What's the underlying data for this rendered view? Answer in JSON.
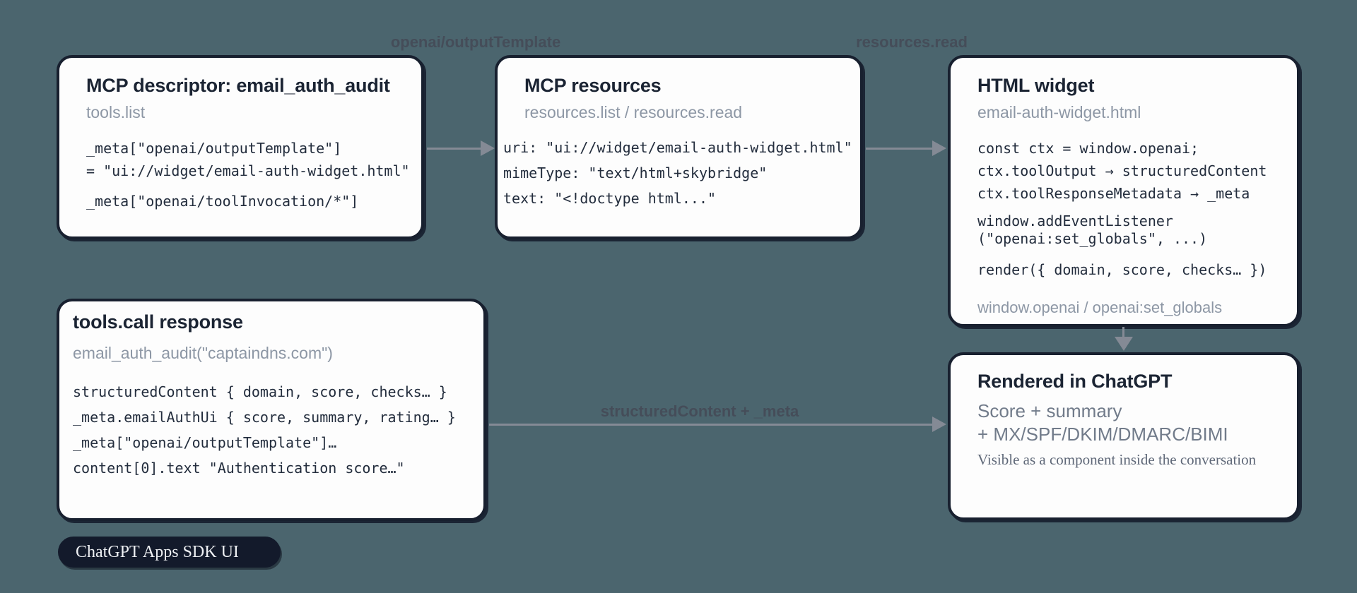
{
  "colors": {
    "bg": "#4b656e",
    "ink": "#1b2433",
    "border": "#18202f",
    "card": "#fdfdfd",
    "muted": "#8d97a5",
    "code": "#232d3d",
    "arrow": "#848a95",
    "flowlabel": "#454d59",
    "badgebg": "#131a2b",
    "badgetext": "#eef0f3",
    "renderline": "#717b8a",
    "rendernote": "#5f6878"
  },
  "flow_labels": {
    "descriptor_to_resources": "openai/outputTemplate",
    "resources_to_widget": "resources.read",
    "response_to_rendered": "structuredContent + _meta"
  },
  "boxes": {
    "descriptor": {
      "title": "MCP descriptor: email_auth_audit",
      "subtitle": "tools.list",
      "code": [
        "_meta[\"openai/outputTemplate\"]",
        "= \"ui://widget/email-auth-widget.html\"",
        "_meta[\"openai/toolInvocation/*\"]"
      ]
    },
    "resources": {
      "title": "MCP resources",
      "subtitle": "resources.list / resources.read",
      "code": [
        "uri: \"ui://widget/email-auth-widget.html\"",
        "mimeType: \"text/html+skybridge\"",
        "text: \"<!doctype html...\""
      ]
    },
    "widget": {
      "title": "HTML widget",
      "subtitle": "email-auth-widget.html",
      "code": [
        "const ctx = window.openai;",
        "ctx.toolOutput → structuredContent",
        "ctx.toolResponseMetadata → _meta",
        "window.addEventListener",
        "(\"openai:set_globals\", ...)",
        "render({ domain, score, checks… })"
      ],
      "footer": "window.openai / openai:set_globals"
    },
    "response": {
      "title": "tools.call response",
      "subtitle": "email_auth_audit(\"captaindns.com\")",
      "code": [
        "structuredContent { domain, score, checks… }",
        "_meta.emailAuthUi { score, summary, rating… }",
        "_meta[\"openai/outputTemplate\"]…",
        "content[0].text \"Authentication score…\""
      ]
    },
    "rendered": {
      "title": "Rendered in ChatGPT",
      "line1": "Score + summary",
      "line2": "+ MX/SPF/DKIM/DMARC/BIMI",
      "note": "Visible as a component inside the conversation"
    }
  },
  "badge": {
    "label": "ChatGPT Apps SDK UI"
  }
}
